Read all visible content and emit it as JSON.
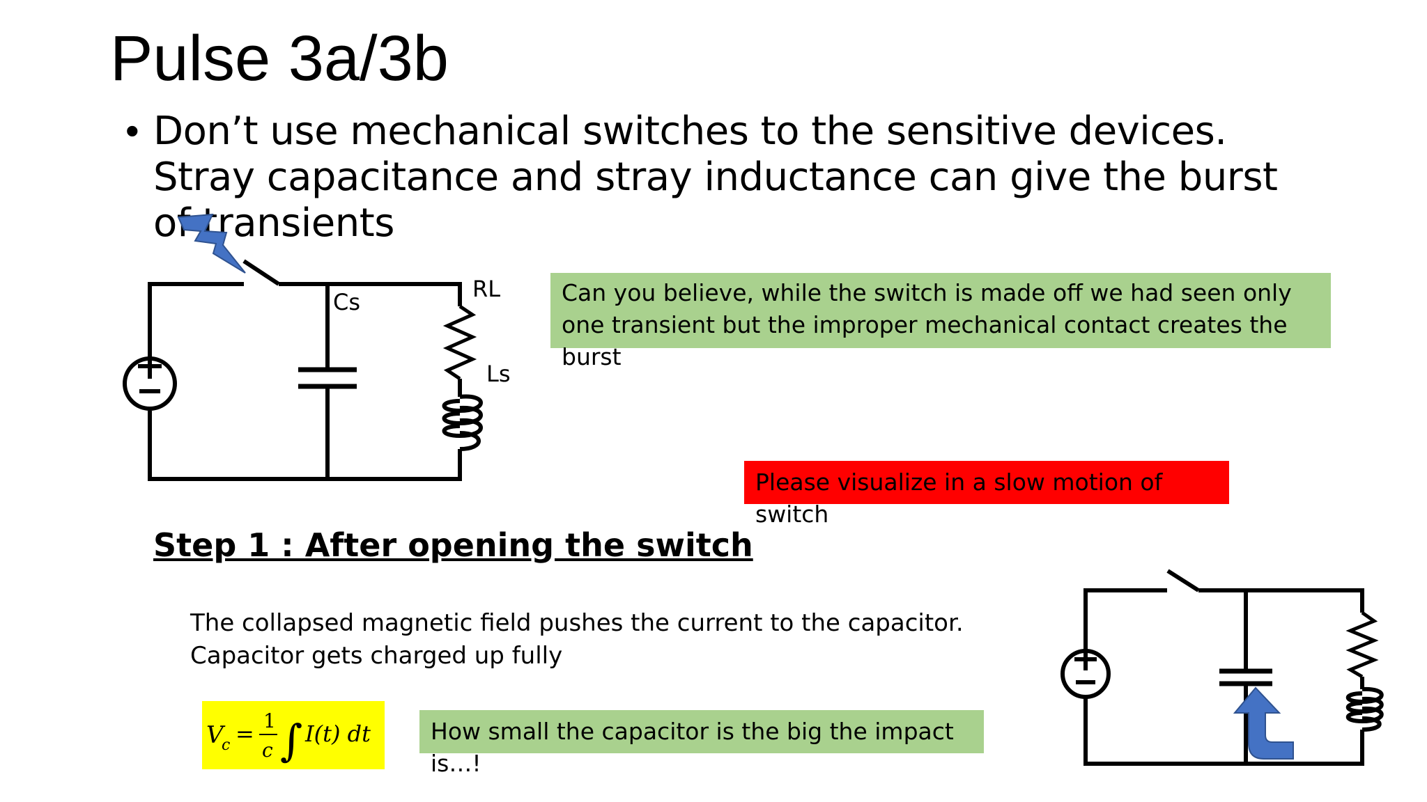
{
  "slide": {
    "title": "Pulse 3a/3b",
    "bullet": "Don’t use mechanical switches to the sensitive devices. Stray capacitance and stray inductance can give the burst of transients",
    "circuit_labels": {
      "cs": "Cs",
      "rl": "RL",
      "ls": "Ls"
    },
    "note_believe": "Can you believe, while the switch is made off we had seen only one transient but the improper mechanical contact creates the burst",
    "note_visualize": "Please visualize in a slow motion of switch",
    "step_heading": "Step 1 : After opening the switch",
    "explanation_line1": "The collapsed magnetic field pushes the current to the capacitor.",
    "explanation_line2": "Capacitor gets charged up fully",
    "formula": {
      "lhs": "V",
      "sub": "c",
      "eq": "=",
      "num": "1",
      "den": "c",
      "integrand": "I(t) dt"
    },
    "note_impact": "How small the capacitor is the big the impact is…!"
  },
  "colors": {
    "green_note": "#a9d18e",
    "red_note": "#ff0000",
    "formula_bg": "#ffff00",
    "spark_blue": "#4472c4",
    "arrow_blue": "#4472c4"
  },
  "icons": [
    "lightning-icon",
    "dc-voltage-source-icon",
    "capacitor-icon",
    "resistor-icon",
    "inductor-icon",
    "switch-icon",
    "curved-arrow-icon"
  ]
}
